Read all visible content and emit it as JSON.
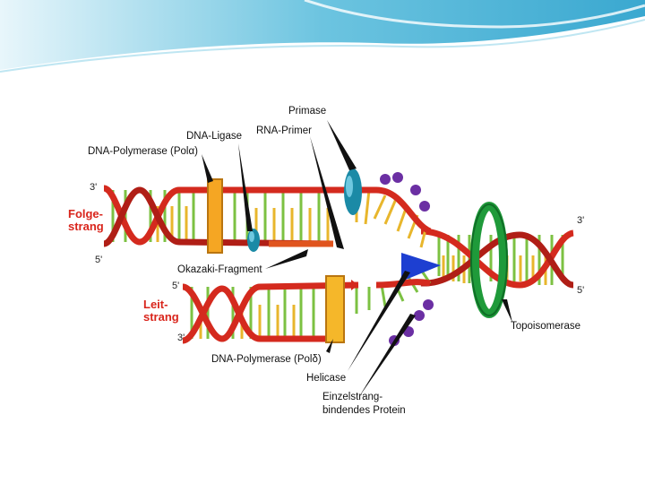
{
  "diagram": {
    "labels": {
      "primase": "Primase",
      "rna_primer": "RNA-Primer",
      "dna_ligase": "DNA-Ligase",
      "dna_polymerase_alpha": "DNA-Polymerase (Polα)",
      "okazaki_fragment": "Okazaki-Fragment",
      "dna_polymerase_delta": "DNA-Polymerase (Polδ)",
      "helicase": "Helicase",
      "single_strand_binding_protein_line1": "Einzelstrang-",
      "single_strand_binding_protein_line2": "bindendes Protein",
      "topoisomerase": "Topoisomerase",
      "lagging_strand_line1": "Folge-",
      "lagging_strand_line2": "strang",
      "leading_strand_line1": "Leit-",
      "leading_strand_line2": "strang"
    },
    "ends": {
      "lagging_top": "3'",
      "lagging_bottom": "5'",
      "leading_top": "5'",
      "leading_bottom": "3'",
      "parent_top": "3'",
      "parent_bottom": "5'"
    },
    "colors": {
      "backbone": "#d42a1e",
      "base_green": "#7cc142",
      "base_yellow": "#e8b62c",
      "polymerase": "#f5a623",
      "primase": "#1b8aa6",
      "topoisomerase": "#1f9a3a",
      "helicase": "#1d3fd1",
      "ssb": "#6b2fa3",
      "header_blue": "#4fb6d8"
    }
  }
}
